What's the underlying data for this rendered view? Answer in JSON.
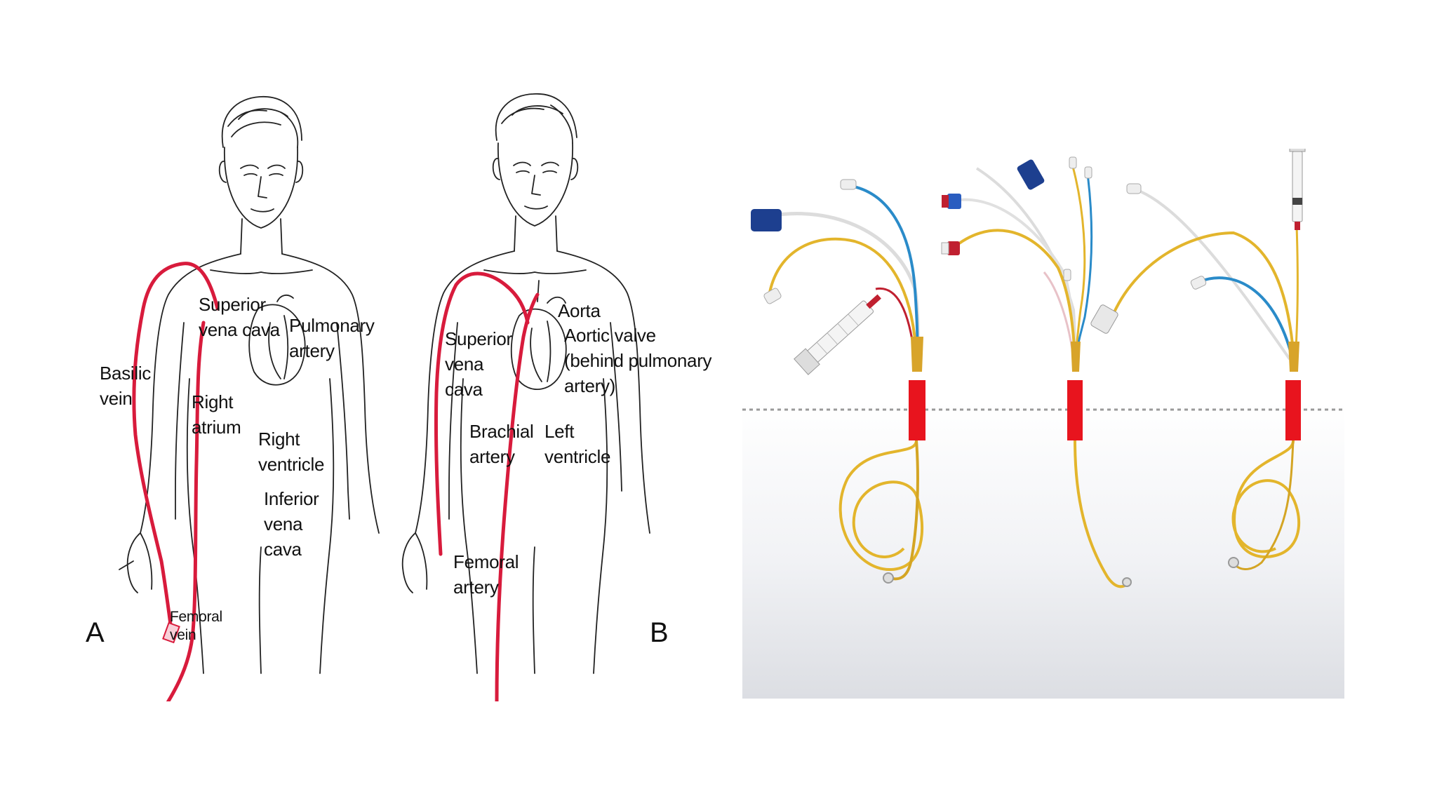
{
  "panel_a": {
    "letter": "A",
    "labels": {
      "superior_vena_cava": "Superior\nvena cava",
      "pulmonary_artery": "Pulmonary\nartery",
      "basilic_vein": "Basilic\nvein",
      "right_atrium": "Right\natrium",
      "right_ventricle": "Right\nventricle",
      "inferior_vena_cava": "Inferior\nvena\ncava",
      "femoral_vein": "Femoral\nvein"
    }
  },
  "panel_b": {
    "letter": "B",
    "labels": {
      "aorta": "Aorta",
      "aortic_valve": "Aortic valve\n(behind pulmonary\nartery)",
      "superior_vena_cava": "Superior\nvena\ncava",
      "brachial_artery": "Brachial\nartery",
      "left_ventricle": "Left\nventricle",
      "femoral_artery": "Femoral\nartery"
    }
  },
  "colors": {
    "catheter_red": "#d81b3c",
    "marker_red": "#e8141e",
    "catheter_yellow": "#e3b52c",
    "lumen_blue": "#2a8bc9",
    "connector_navy": "#1d3f8f"
  }
}
